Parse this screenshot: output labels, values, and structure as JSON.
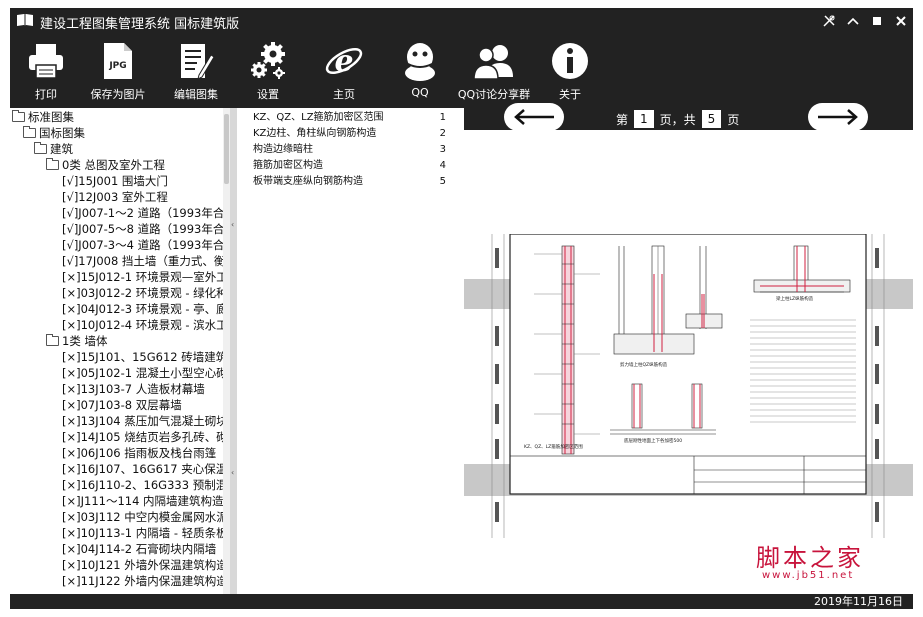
{
  "window": {
    "title": "建设工程图集管理系统  国标建筑版"
  },
  "toolbar": {
    "buttons": [
      {
        "label": "打印",
        "icon": "printer-icon"
      },
      {
        "label": "保存为图片",
        "icon": "jpg-file-icon"
      },
      {
        "label": "编辑图集",
        "icon": "edit-document-icon"
      },
      {
        "label": "设置",
        "icon": "gears-icon"
      },
      {
        "label": "主页",
        "icon": "ie-browser-icon"
      },
      {
        "label": "QQ",
        "icon": "qq-penguin-icon"
      },
      {
        "label": "QQ讨论分享群",
        "icon": "group-users-icon"
      },
      {
        "label": "关于",
        "icon": "info-icon"
      }
    ]
  },
  "tree": {
    "root": "标准图集",
    "national": "国标图集",
    "building": "建筑",
    "cat0": "0类 总图及室外工程",
    "cat0_items": [
      "[√]15J001  围墙大门",
      "[√]12J003  室外工程",
      "[√]J007-1～2  道路（1993年合",
      "[√]J007-5～8  道路（1993年合",
      "[√]J007-3～4  道路（1993年合",
      "[√]17J008  挡土墙（重力式、衡",
      "[×]15J012-1  环境景观—室外工",
      "[×]03J012-2  环境景观 - 绿化种",
      "[×]04J012-3  环境景观 - 亭、廊",
      "[×]10J012-4  环境景观 - 滨水工"
    ],
    "cat1": "1类 墙体",
    "cat1_items": [
      "[×]15J101、15G612  砖墙建筑",
      "[×]05J102-1  混凝土小型空心砌",
      "[×]13J103-7  人造板材幕墙",
      "[×]07J103-8  双层幕墙",
      "[×]13J104  蒸压加气混凝土砌块",
      "[×]14J105  烧结页岩多孔砖、砌",
      "[×]06J106  指雨板及栈台雨篷",
      "[×]16J107、16G617  夹心保温",
      "[×]16J110-2、16G333  预制混",
      "[×]J111～114  内隔墙建筑构造",
      "[×]03J112  中空内模金属网水泥",
      "[×]10J113-1  内隔墙 - 轻质条板",
      "[×]04J114-2  石膏砌块内隔墙",
      "[×]10J121  外墙外保温建筑构造",
      "[×]11J122  外墙内保温建筑构造"
    ]
  },
  "list": {
    "items": [
      {
        "name": "KZ、QZ、LZ箍筋加密区范围",
        "num": "1"
      },
      {
        "name": "KZ边柱、角柱纵向钢筋构造",
        "num": "2"
      },
      {
        "name": "构造边缘暗柱",
        "num": "3"
      },
      {
        "name": "箍筋加密区构造",
        "num": "4"
      },
      {
        "name": "板带端支座纵向钢筋构造",
        "num": "5"
      }
    ]
  },
  "viewer": {
    "page_prefix": "第",
    "current_page": "1",
    "page_mid": "页，共",
    "total_pages": "5",
    "page_suffix": "页"
  },
  "drawing_labels": {
    "main_caption": "KZ、QZ、LZ箍筋加密区范围",
    "sub_caption1": "剪力墙上柱QZ纵筋构造",
    "sub_caption2": "梁上柱LZ纵筋构造",
    "sub_caption3": "底层刚性地面上下各加密500"
  },
  "watermark": {
    "main": "脚本之家",
    "url": "www.jb51.net"
  },
  "status": {
    "date": "2019年11月16日"
  },
  "colors": {
    "window_bg": "#222222",
    "panel_bg": "#ffffff",
    "watermark": "#c8143c"
  }
}
